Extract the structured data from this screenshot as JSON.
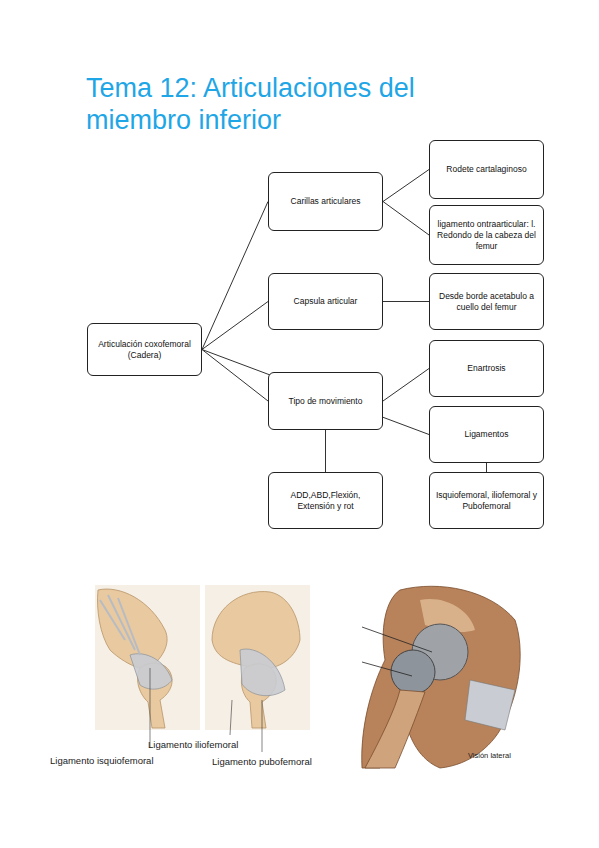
{
  "diagram": {
    "title": "Tema 12: Articulaciones del miembro inferior",
    "nodes": [
      {
        "text": [
          "Articulación coxofemoral (Cadera)"
        ]
      },
      {
        "text": [
          "Carillas articulares"
        ]
      },
      {
        "text": [
          "Rodete cartalaginoso"
        ]
      },
      {
        "text": [
          "ligamento ontraarticular: l. Redondo de la cabeza del femur"
        ]
      },
      {
        "text": [
          "Capsula articular"
        ]
      },
      {
        "text": [
          "Desde borde acetabulo a cuello del femur"
        ]
      },
      {
        "text": [
          "Tipo de movimiento"
        ]
      },
      {
        "text": [
          "Enartrosis"
        ]
      },
      {
        "text": [
          "ADD,ABD,Flexión, Extensión y rot"
        ]
      },
      {
        "text": [
          "Ligamentos"
        ]
      },
      {
        "text": [
          "Isquiofemoral, iliofemoral y Pubofemoral"
        ]
      }
    ],
    "edges": [
      {
        "from": 0,
        "to": 1,
        "arrow": "none"
      },
      {
        "from": 0,
        "to": 4,
        "arrow": "none"
      },
      {
        "from": 0,
        "to": 6,
        "arrow": "none"
      },
      {
        "from": 0,
        "to": 9,
        "arrow": "none"
      },
      {
        "from": 1,
        "to": 2,
        "arrow": "none"
      },
      {
        "from": 1,
        "to": 3,
        "arrow": "none"
      },
      {
        "from": 4,
        "to": 5,
        "arrow": "none"
      },
      {
        "from": 6,
        "to": 7,
        "arrow": "none"
      },
      {
        "from": 6,
        "to": 8,
        "arrow": "none"
      },
      {
        "from": 9,
        "to": 10,
        "arrow": "none"
      }
    ],
    "labels": [
      "Ligamento iliofemoral",
      "Ligamento isquiofemoral",
      "Ligamento pubofemoral",
      "Visión lateral"
    ]
  }
}
